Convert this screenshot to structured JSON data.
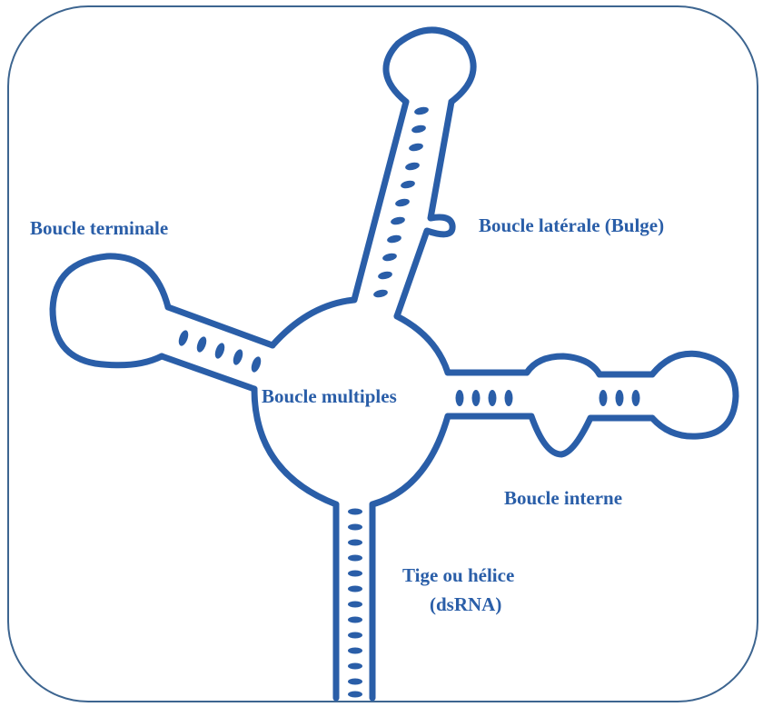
{
  "diagram": {
    "colors": {
      "structure": "#2a5ea8",
      "label": "#2a5ea8",
      "frame": "#3d6590",
      "background": "#ffffff"
    },
    "labels": {
      "terminal_loop": "Boucle terminale",
      "bulge": "Boucle latérale (Bulge)",
      "multiloop": "Boucle multiples",
      "internal_loop": "Boucle interne",
      "stem_line1": "Tige ou hélice",
      "stem_line2": "(dsRNA)"
    }
  }
}
